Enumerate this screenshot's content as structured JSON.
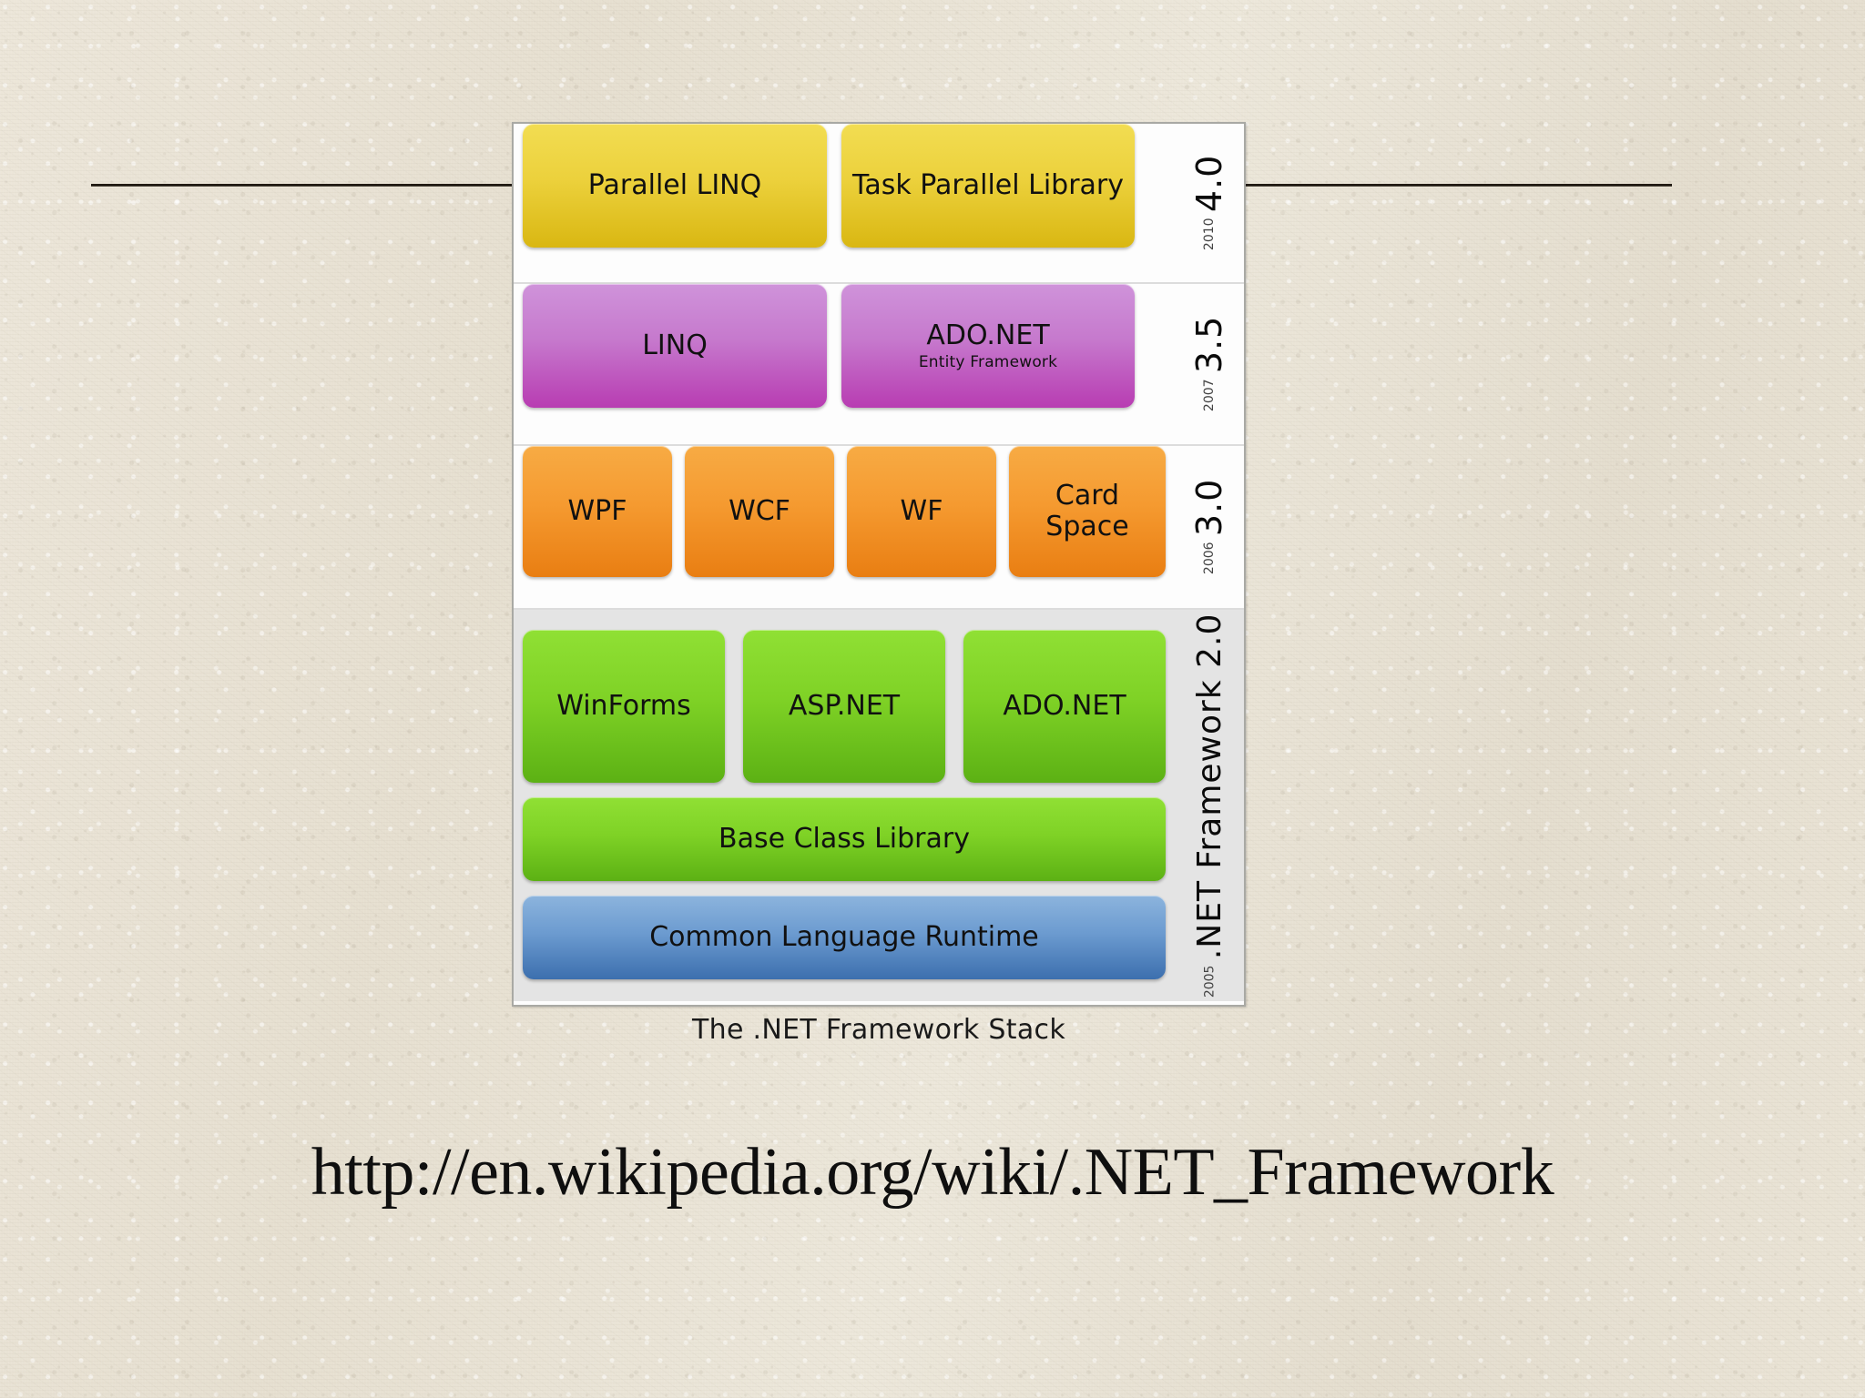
{
  "slide": {
    "background_color": "#e9e3d5",
    "divider_color": "#14100a",
    "source_url": "http://en.wikipedia.org/wiki/.NET_Framework"
  },
  "diagram": {
    "caption": "The .NET Framework Stack",
    "frame_background": "#fdfdfd",
    "tiers": [
      {
        "id": "tier-40",
        "version": "4.0",
        "year": "2010",
        "color": "#ecd13c",
        "boxes": [
          {
            "label": "Parallel LINQ",
            "sub": ""
          },
          {
            "label": "Task Parallel Library",
            "sub": ""
          }
        ]
      },
      {
        "id": "tier-35",
        "version": "3.5",
        "year": "2007",
        "color": "#c679cd",
        "boxes": [
          {
            "label": "LINQ",
            "sub": ""
          },
          {
            "label": "ADO.NET",
            "sub": "Entity Framework"
          }
        ]
      },
      {
        "id": "tier-30",
        "version": "3.0",
        "year": "2006",
        "color": "#f59a30",
        "boxes": [
          {
            "label": "WPF",
            "sub": ""
          },
          {
            "label": "WCF",
            "sub": ""
          },
          {
            "label": "WF",
            "sub": ""
          },
          {
            "label": "Card Space",
            "sub": ""
          }
        ]
      },
      {
        "id": "tier-20",
        "version": ".NET Framework 2.0",
        "year": "2005",
        "color": "#7fd226",
        "boxes": [
          {
            "label": "WinForms",
            "sub": ""
          },
          {
            "label": "ASP.NET",
            "sub": ""
          },
          {
            "label": "ADO.NET",
            "sub": ""
          }
        ],
        "base_class_library": "Base Class Library",
        "common_language_runtime": "Common Language Runtime",
        "clr_color": "#6c9bd0"
      }
    ]
  }
}
